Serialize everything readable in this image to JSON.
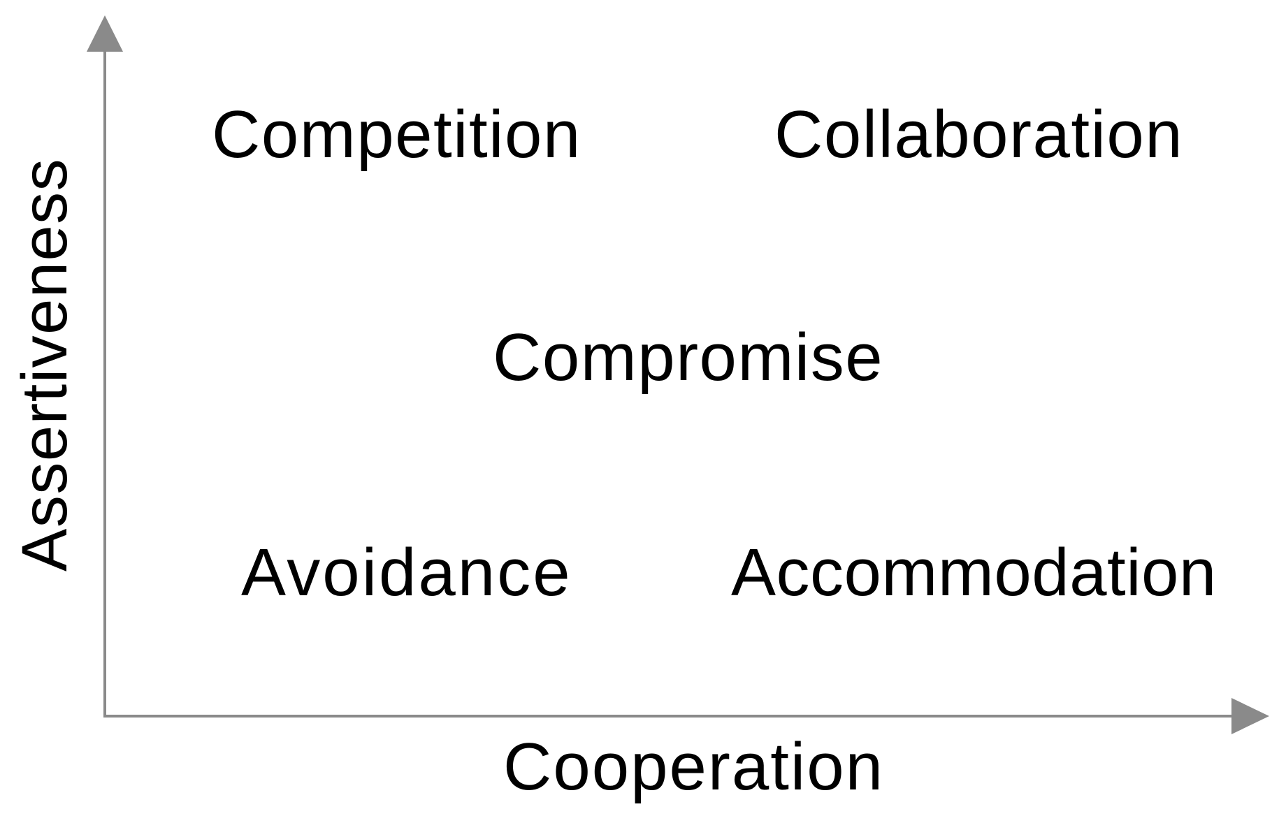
{
  "diagram": {
    "type": "quadrant",
    "axes": {
      "x_label": "Cooperation",
      "y_label": "Assertiveness",
      "color": "#8a8a8a"
    },
    "styles": [
      {
        "label": "Competition",
        "assertiveness": "high",
        "cooperation": "low"
      },
      {
        "label": "Collaboration",
        "assertiveness": "high",
        "cooperation": "high"
      },
      {
        "label": "Compromise",
        "assertiveness": "medium",
        "cooperation": "medium"
      },
      {
        "label": "Avoidance",
        "assertiveness": "low",
        "cooperation": "low"
      },
      {
        "label": "Accommodation",
        "assertiveness": "low",
        "cooperation": "high"
      }
    ]
  }
}
